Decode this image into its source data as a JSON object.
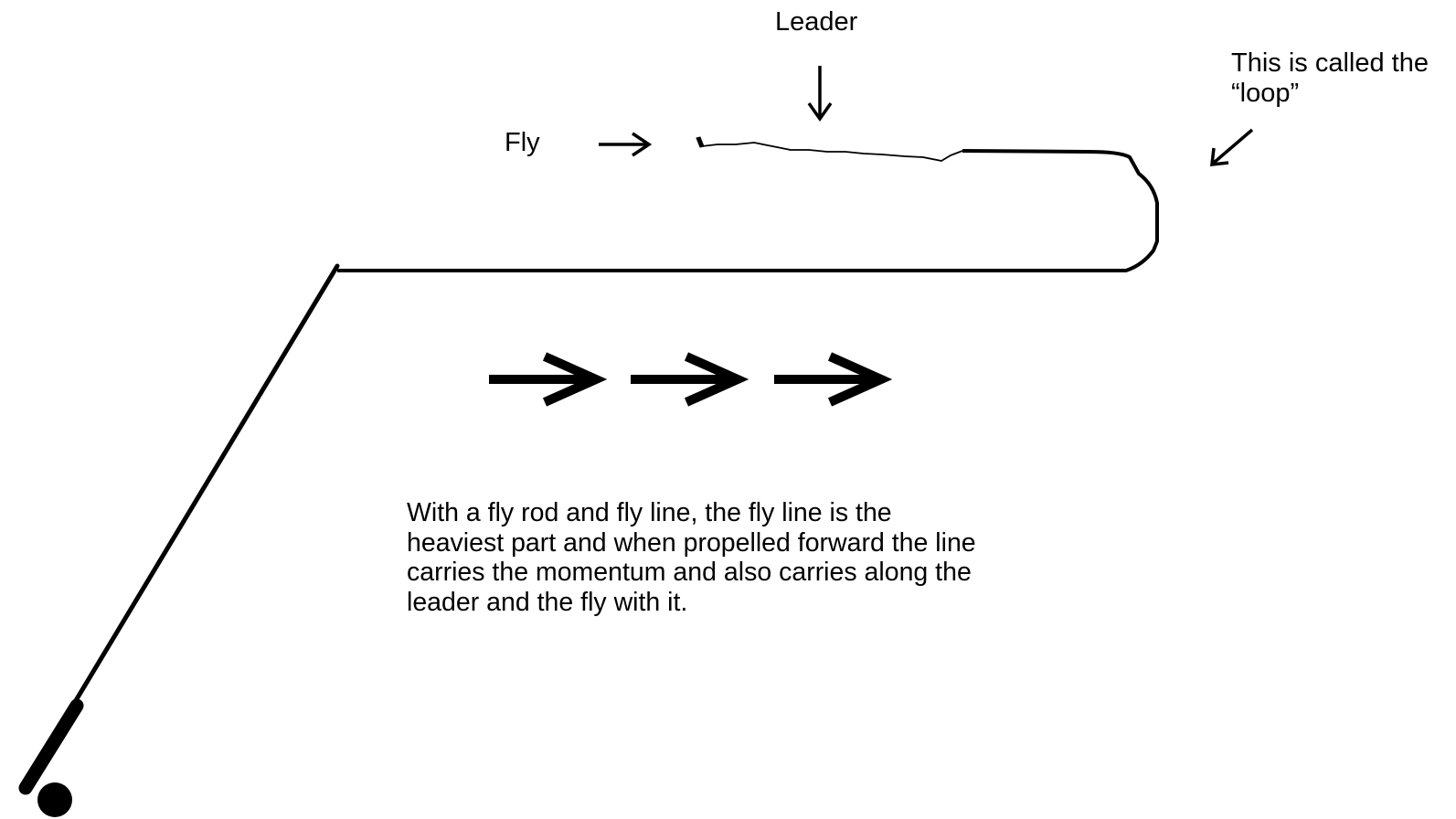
{
  "labels": {
    "leader": "Leader",
    "fly": "Fly",
    "loop_line1": "This is called the",
    "loop_line2": "“loop”"
  },
  "caption": {
    "lines": [
      "With a fly rod and fly line, the fly line is the",
      "heaviest part and when propelled forward the line",
      "carries the momentum and also carries along the",
      "leader and the fly with it."
    ]
  },
  "colors": {
    "ink": "#000000",
    "background": "#ffffff"
  },
  "icons": {
    "pointer_arrow": "thin-arrow-icon",
    "momentum_arrow": "bold-right-arrow-icon"
  }
}
